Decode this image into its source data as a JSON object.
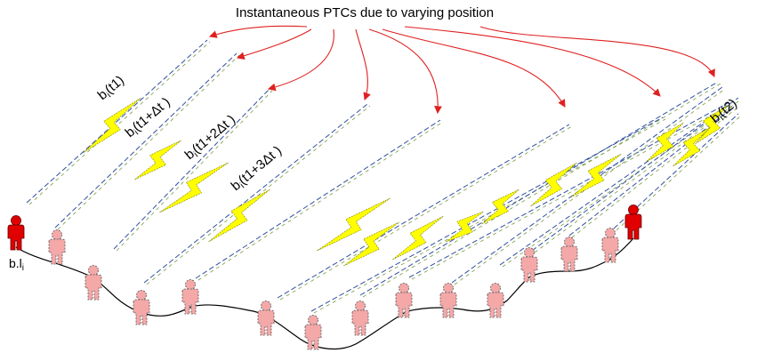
{
  "title": "Instantaneous PTCs due to varying position",
  "labels": {
    "b_t1_main": "b",
    "b_t1_sub": "i",
    "b_t1_rest": "(t1)",
    "b_dt1_main": "b",
    "b_dt1_sub": "i",
    "b_dt1_rest": "(t1+Δt )",
    "b_dt2_main": "b",
    "b_dt2_sub": "i",
    "b_dt2_rest": "(t1+2Δt )",
    "b_dt3_main": "b",
    "b_dt3_sub": "i",
    "b_dt3_rest": "(t1+3Δt )",
    "b_t2_main": "b",
    "b_t2_sub": "i",
    "b_t2_rest": "(t2)",
    "bl_main": "b.l",
    "bl_sub": "i"
  },
  "colors": {
    "arrow": "#e02020",
    "person_solid": "#e00000",
    "person_ghost": "#f4a8a8",
    "lightning": "#ffff00",
    "beam": "#3050a0",
    "path": "#000000"
  },
  "icons": [
    "person-icon",
    "lightning-icon"
  ]
}
